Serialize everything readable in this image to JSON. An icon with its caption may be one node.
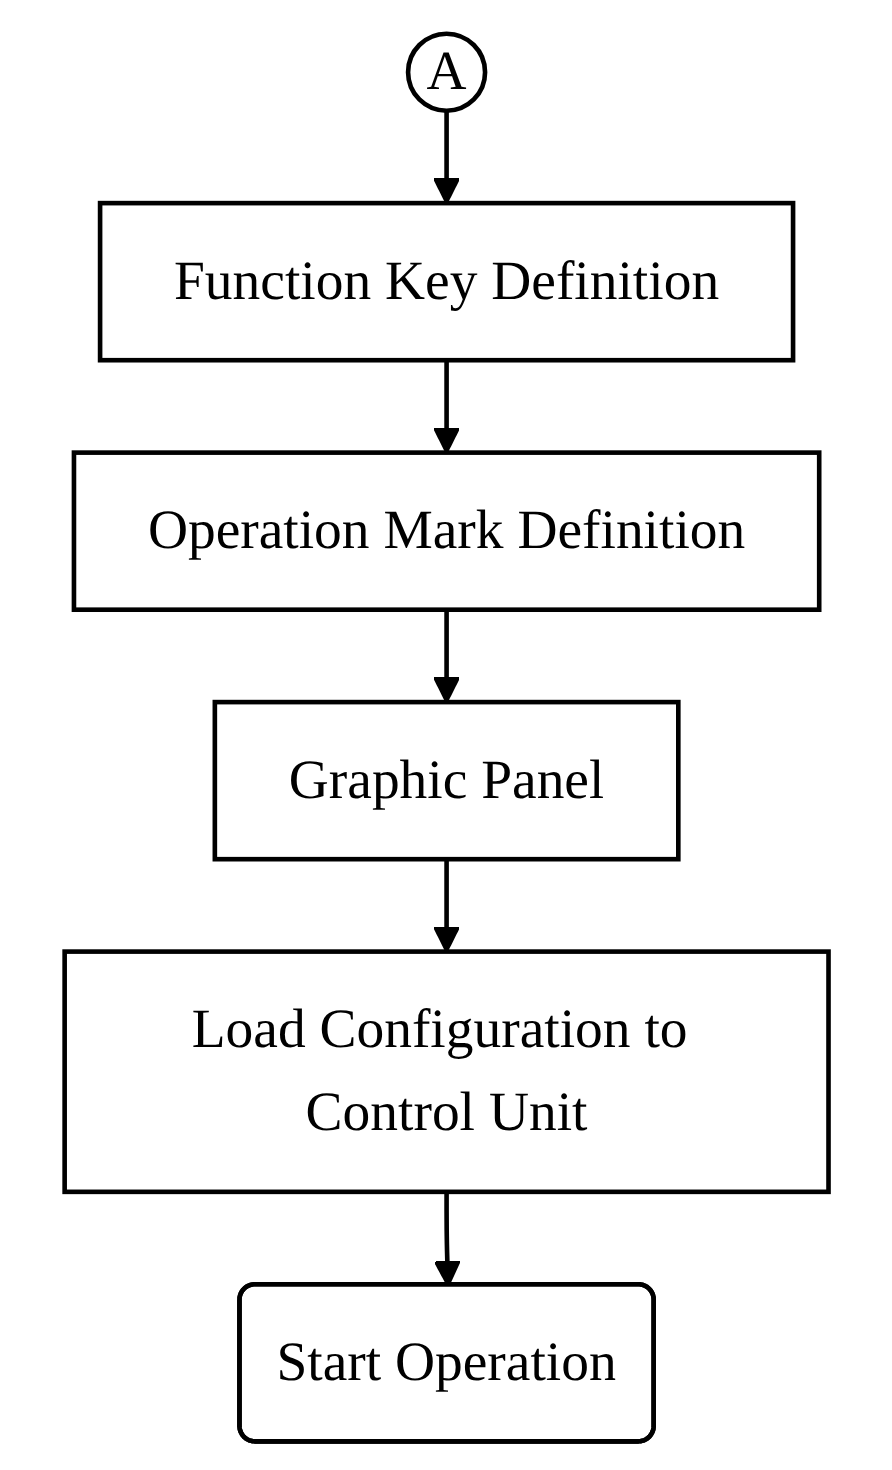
{
  "diagram": {
    "nodes": [
      {
        "text": [
          "A"
        ]
      },
      {
        "text": [
          "Function Key Definition"
        ]
      },
      {
        "text": [
          "Operation Mark Definition"
        ]
      },
      {
        "text": [
          "Graphic Panel"
        ]
      },
      {
        "text": [
          "Load Configuration to Control Unit"
        ]
      },
      {
        "text": [
          "Start Operation"
        ]
      }
    ],
    "edges": [
      {
        "from": 0,
        "to": 1,
        "arrow": "to"
      },
      {
        "from": 1,
        "to": 2,
        "arrow": "to"
      },
      {
        "from": 2,
        "to": 3,
        "arrow": "to"
      },
      {
        "from": 3,
        "to": 4,
        "arrow": "to"
      },
      {
        "from": 4,
        "to": 5,
        "arrow": "to"
      }
    ]
  }
}
